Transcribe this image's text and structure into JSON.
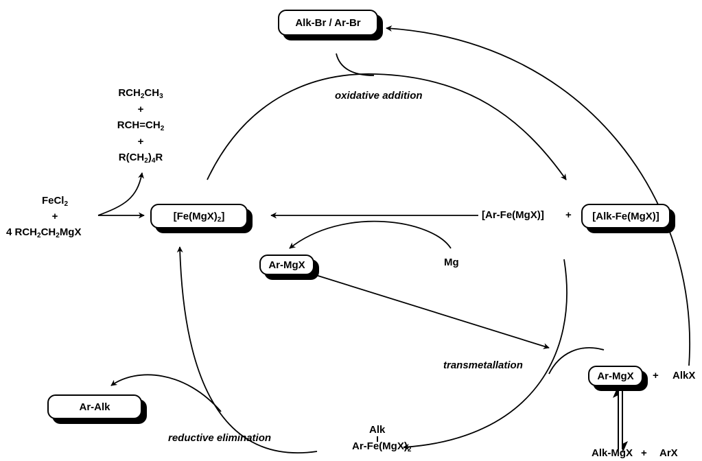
{
  "boxes": {
    "alk_br_ar_br": "Alk-Br / Ar-Br",
    "fe_mgx2": "[Fe(MgX)",
    "fe_mgx2_sub": "2",
    "fe_mgx2_end": "]",
    "alk_fe_mgx": "[Alk-Fe(MgX)]",
    "ar_mgx_inner": "Ar-MgX",
    "ar_mgx_outer": "Ar-MgX",
    "ar_alk": "Ar-Alk"
  },
  "byproducts": {
    "l1a": "RCH",
    "l1s1": "2",
    "l1b": "CH",
    "l1s2": "3",
    "plus1": "+",
    "l2a": "RCH=CH",
    "l2s": "2",
    "plus2": "+",
    "l3a": "R(CH",
    "l3s": "2",
    "l3b": ")",
    "l3s2": "4",
    "l3c": "R"
  },
  "start": {
    "fecl": "FeCl",
    "fecl_sub": "2",
    "plus": "+",
    "grig_a": "4 RCH",
    "grig_s1": "2",
    "grig_b": "CH",
    "grig_s2": "2",
    "grig_c": "MgX"
  },
  "labels": {
    "oxidative_addition": "oxidative addition",
    "transmetallation": "transmetallation",
    "reductive_elimination": "reductive elimination",
    "ar_fe_mgx": "[Ar-Fe(MgX)]",
    "plus_mid": "+",
    "mg": "Mg",
    "plus_alkx": "+",
    "alkx": "AlkX",
    "alk_mgx": "Alk-MgX",
    "plus_arx": "+",
    "arx": "ArX",
    "complex_alk": "Alk",
    "complex_main": "Ar-Fe(MgX)",
    "complex_sub": "2"
  }
}
